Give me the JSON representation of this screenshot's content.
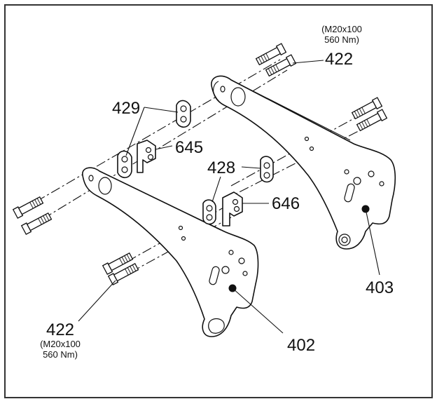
{
  "callouts": {
    "c422_top": "422",
    "c422_top_spec1": "(M20x100",
    "c422_top_spec2": "560 Nm)",
    "c429": "429",
    "c645": "645",
    "c428": "428",
    "c646": "646",
    "c403": "403",
    "c402": "402",
    "c422_bottom": "422",
    "c422_bottom_spec1": "(M20x100",
    "c422_bottom_spec2": "560 Nm)"
  },
  "colors": {
    "line": "#111111",
    "background": "#ffffff",
    "frame": "#333333"
  }
}
